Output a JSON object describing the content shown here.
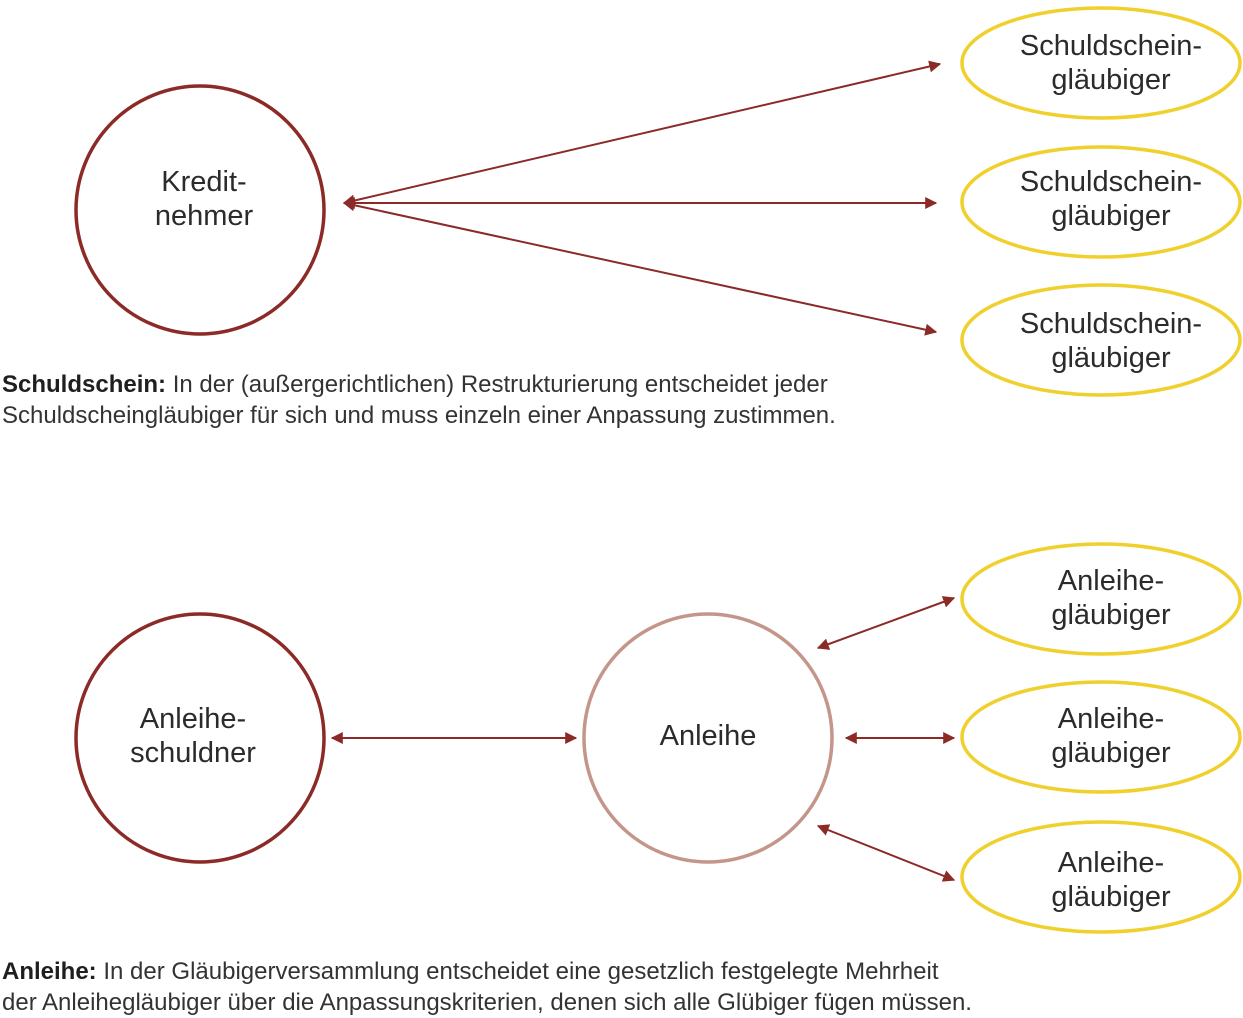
{
  "colors": {
    "borrower_stroke": "#8b2a26",
    "bond_stroke": "#c4968a",
    "creditor_stroke": "#f0d02c",
    "arrow": "#8b2a26",
    "text": "#2b2b2b"
  },
  "schuldschein": {
    "borrower": {
      "line1": "Kredit-",
      "line2": "nehmer"
    },
    "creditors": [
      {
        "line1": "Schuldschein-",
        "line2": "gläubiger"
      },
      {
        "line1": "Schuldschein-",
        "line2": "gläubiger"
      },
      {
        "line1": "Schuldschein-",
        "line2": "gläubiger"
      }
    ],
    "caption_lead": "Schuldschein:",
    "caption_line1": "In der (außergerichtlichen) Restrukturierung entscheidet jeder",
    "caption_line2": "Schuldscheingläubiger für sich und muss einzeln einer Anpassung zustimmen."
  },
  "anleihe": {
    "debtor": {
      "line1": "Anleihe-",
      "line2": "schuldner"
    },
    "bond": {
      "label": "Anleihe"
    },
    "creditors": [
      {
        "line1": "Anleihe-",
        "line2": "gläubiger"
      },
      {
        "line1": "Anleihe-",
        "line2": "gläubiger"
      },
      {
        "line1": "Anleihe-",
        "line2": "gläubiger"
      }
    ],
    "caption_lead": "Anleihe:",
    "caption_line1": "In der Gläubigerversammlung entscheidet eine gesetzlich festgelegte Mehrheit",
    "caption_line2": "der Anleihegläubiger über die Anpassungskriterien, denen sich alle Glübiger fügen müssen."
  }
}
